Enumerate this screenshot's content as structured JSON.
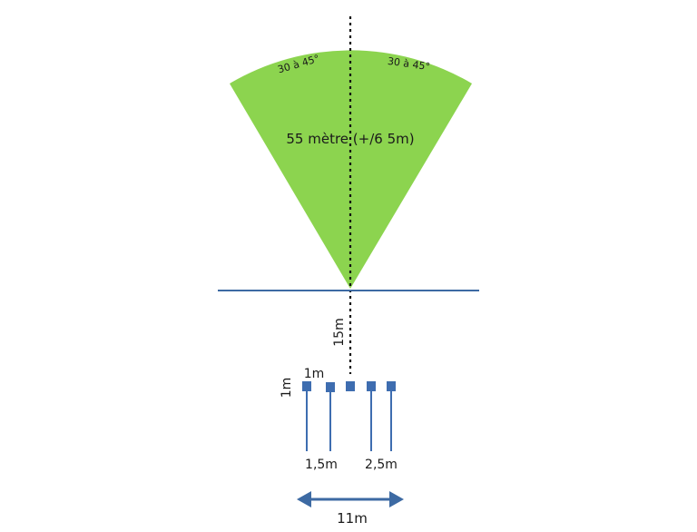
{
  "sector": {
    "angle_left": "30 à 45°",
    "angle_right": "30 à 45°",
    "distance": "55 mètre (+/6 5m)"
  },
  "dimensions": {
    "setback": "15m",
    "marker_height": "1m",
    "marker_size": "1m",
    "spacing_left": "1,5m",
    "spacing_right": "2,5m",
    "total_width": "11m"
  },
  "colors": {
    "sector_fill": "#8cd44f",
    "line_blue": "#3d6aa3",
    "marker": "#3e6db0",
    "center_line": "#111111"
  }
}
